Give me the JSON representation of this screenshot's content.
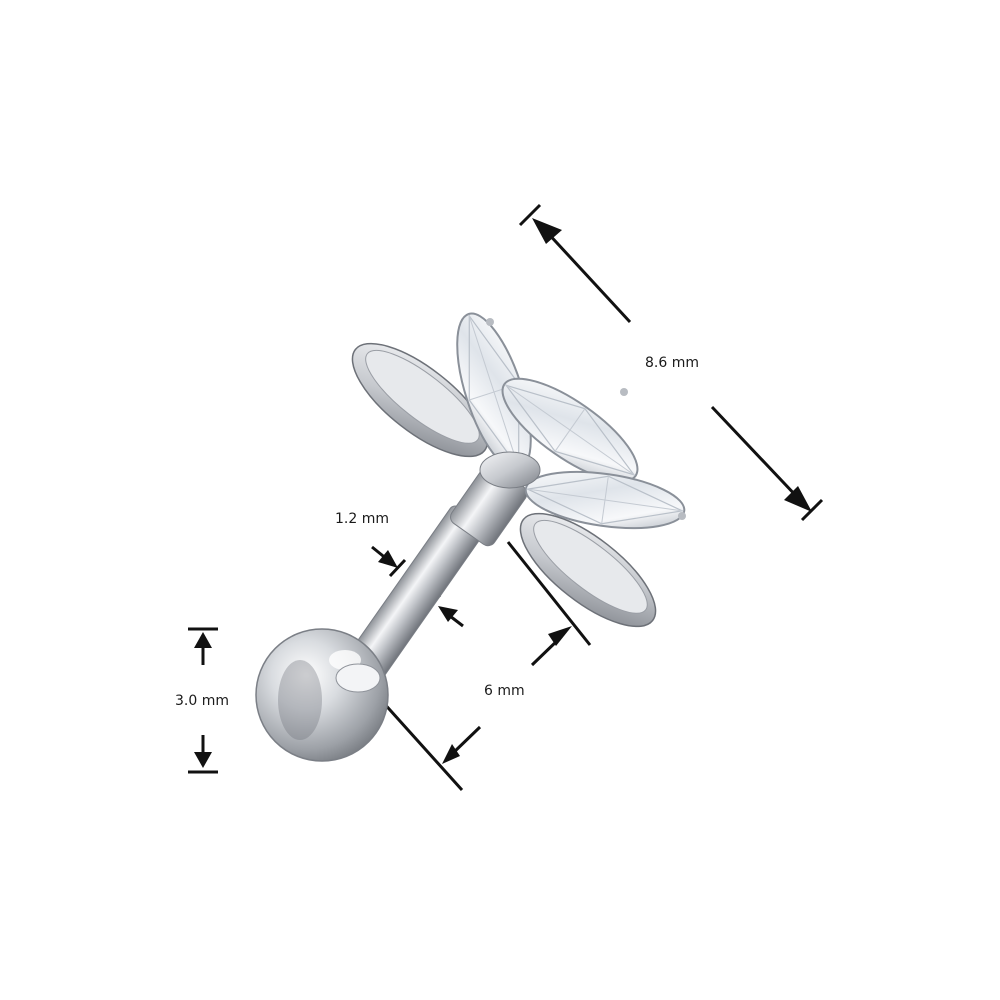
{
  "product": {
    "description_hidden": "",
    "metal_color": "#c9ccd1",
    "gem_color": "#eef1f5"
  },
  "dimensions": {
    "top_length": "8.6 mm",
    "gauge": "1.2 mm",
    "ball_size": "3.0 mm",
    "bar_length": "6 mm"
  },
  "colors": {
    "background": "#ffffff",
    "dimension_lines": "#111111",
    "text": "#1a1a1a"
  }
}
